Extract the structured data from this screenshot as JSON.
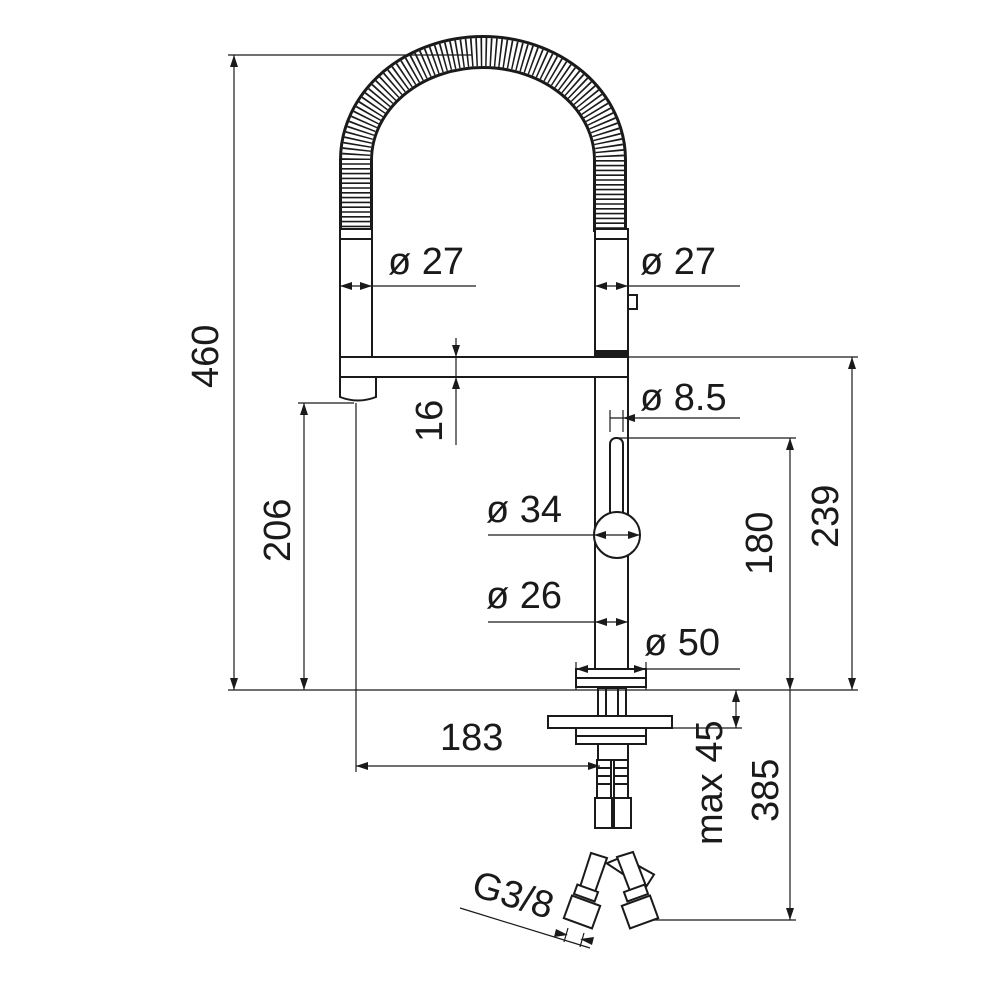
{
  "dimensions": {
    "total_height": "460",
    "spout_height": "206",
    "arm_thickness": "16",
    "reach": "183",
    "body_height": "239",
    "lever_height": "180",
    "hose_length": "385",
    "max_deck": "max 45",
    "head_diameter_left": "ø 27",
    "head_diameter_right": "ø 27",
    "lever_diameter": "ø 8.5",
    "hub_diameter": "ø 34",
    "body_diameter": "ø 26",
    "base_diameter": "ø 50",
    "thread": "G3/8"
  },
  "colors": {
    "line": "#1a1a1a",
    "background": "#ffffff"
  }
}
